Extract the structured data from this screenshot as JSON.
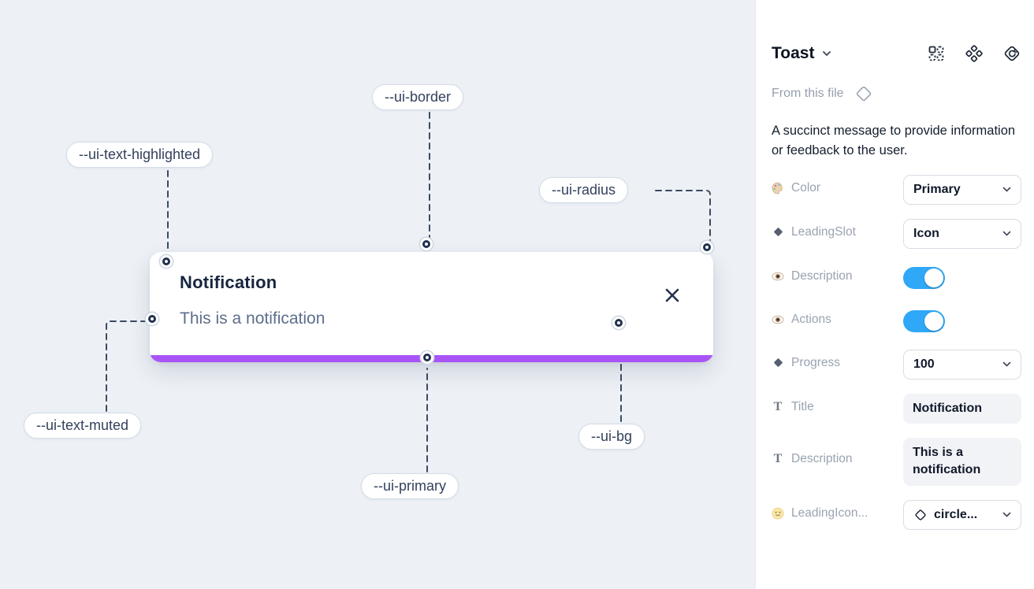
{
  "colors": {
    "canvas_bg": "#edf1f6",
    "ui_primary_bar": "#a855f7",
    "toggle_on": "#2ea8f7",
    "dashed_line": "#3b4a63"
  },
  "canvas": {
    "labels": [
      {
        "id": "ui-border",
        "text": "--ui-border"
      },
      {
        "id": "ui-text-highlighted",
        "text": "--ui-text-highlighted"
      },
      {
        "id": "ui-radius",
        "text": "--ui-radius"
      },
      {
        "id": "ui-text-muted",
        "text": "--ui-text-muted"
      },
      {
        "id": "ui-primary",
        "text": "--ui-primary"
      },
      {
        "id": "ui-bg",
        "text": "--ui-bg"
      }
    ],
    "toast": {
      "title": "Notification",
      "description": "This is a notification",
      "close_icon": "x-close-icon"
    }
  },
  "panel": {
    "title": "Toast",
    "header_icons": [
      "variants-grid-icon",
      "component-set-icon",
      "instance-swap-icon"
    ],
    "source_label": "From this file",
    "source_icon": "diamond-outline-icon",
    "component_description": "A succinct message to provide information or feedback to the user.",
    "icon_glyphs": {
      "text": "T"
    },
    "properties": [
      {
        "icon": "palette-icon",
        "label": "Color",
        "control": "select",
        "value": "Primary"
      },
      {
        "icon": "diamond-icon",
        "label": "LeadingSlot",
        "control": "select",
        "value": "Icon"
      },
      {
        "icon": "eye-icon",
        "label": "Description",
        "control": "toggle",
        "state": "on"
      },
      {
        "icon": "eye-icon",
        "label": "Actions",
        "control": "toggle",
        "state": "on"
      },
      {
        "icon": "diamond-icon",
        "label": "Progress",
        "control": "select",
        "value": "100"
      },
      {
        "icon": "text-icon",
        "label": "Title",
        "control": "text",
        "value": "Notification"
      },
      {
        "icon": "text-icon",
        "label": "Description",
        "control": "text",
        "value": "This is a notification"
      },
      {
        "icon": "smiley-icon",
        "label": "LeadingIcon...",
        "control": "select",
        "value": "circle...",
        "value_icon": "diamond-outline-icon"
      }
    ]
  }
}
